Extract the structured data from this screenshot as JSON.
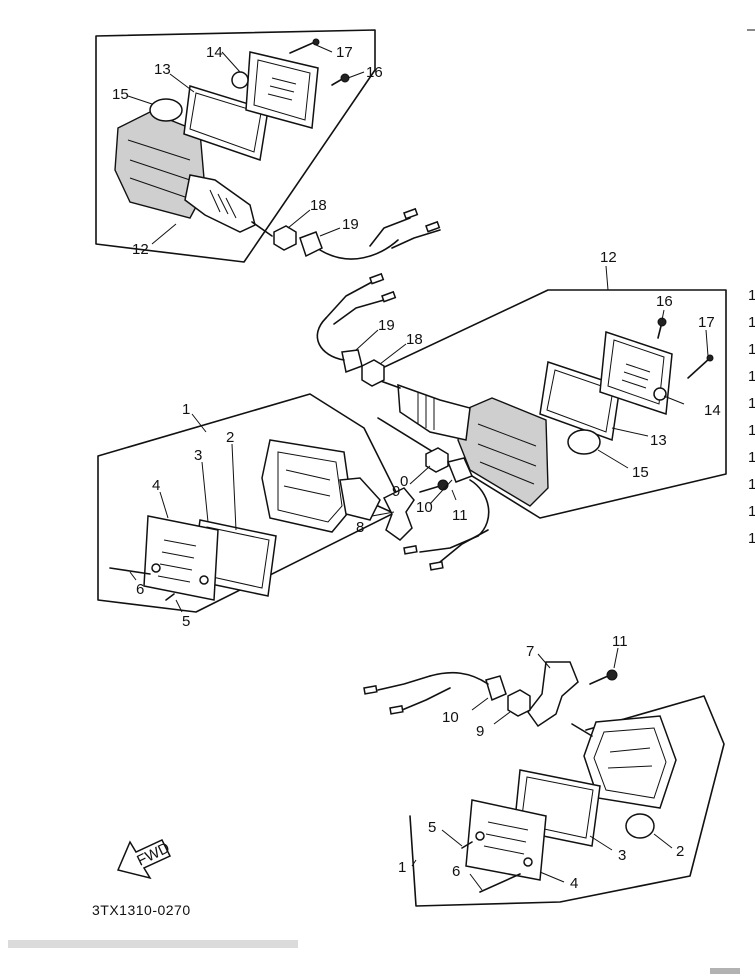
{
  "diagram_code": "3TX1310-0270",
  "fwd_label": "FWD",
  "callouts": [
    {
      "id": "c1",
      "text": "17"
    },
    {
      "id": "c2",
      "text": "14"
    },
    {
      "id": "c3",
      "text": "16"
    },
    {
      "id": "c4",
      "text": "13"
    },
    {
      "id": "c5",
      "text": "15"
    },
    {
      "id": "c6",
      "text": "12"
    },
    {
      "id": "c7",
      "text": "18"
    },
    {
      "id": "c8",
      "text": "19"
    },
    {
      "id": "c9",
      "text": "12"
    },
    {
      "id": "c10",
      "text": "16"
    },
    {
      "id": "c11",
      "text": "17"
    },
    {
      "id": "c12",
      "text": "19"
    },
    {
      "id": "c13",
      "text": "18"
    },
    {
      "id": "c14",
      "text": "14"
    },
    {
      "id": "c15",
      "text": "13"
    },
    {
      "id": "c16",
      "text": "15"
    },
    {
      "id": "c17",
      "text": "1"
    },
    {
      "id": "c18",
      "text": "2"
    },
    {
      "id": "c19",
      "text": "3"
    },
    {
      "id": "c20",
      "text": "4"
    },
    {
      "id": "c21",
      "text": "6"
    },
    {
      "id": "c22",
      "text": "5"
    },
    {
      "id": "c23",
      "text": "0"
    },
    {
      "id": "c24",
      "text": "11"
    },
    {
      "id": "c25",
      "text": "8"
    },
    {
      "id": "c26",
      "text": "9"
    },
    {
      "id": "c27",
      "text": "10"
    },
    {
      "id": "c28",
      "text": "7"
    },
    {
      "id": "c29",
      "text": "11"
    },
    {
      "id": "c30",
      "text": "10"
    },
    {
      "id": "c31",
      "text": "9"
    },
    {
      "id": "c32",
      "text": "5"
    },
    {
      "id": "c33",
      "text": "3"
    },
    {
      "id": "c34",
      "text": "2"
    },
    {
      "id": "c35",
      "text": "1"
    },
    {
      "id": "c36",
      "text": "6"
    },
    {
      "id": "c37",
      "text": "4"
    }
  ],
  "margin_marks": [
    "1",
    "1",
    "1",
    "1",
    "1",
    "1",
    "1",
    "1",
    "1",
    "1"
  ]
}
